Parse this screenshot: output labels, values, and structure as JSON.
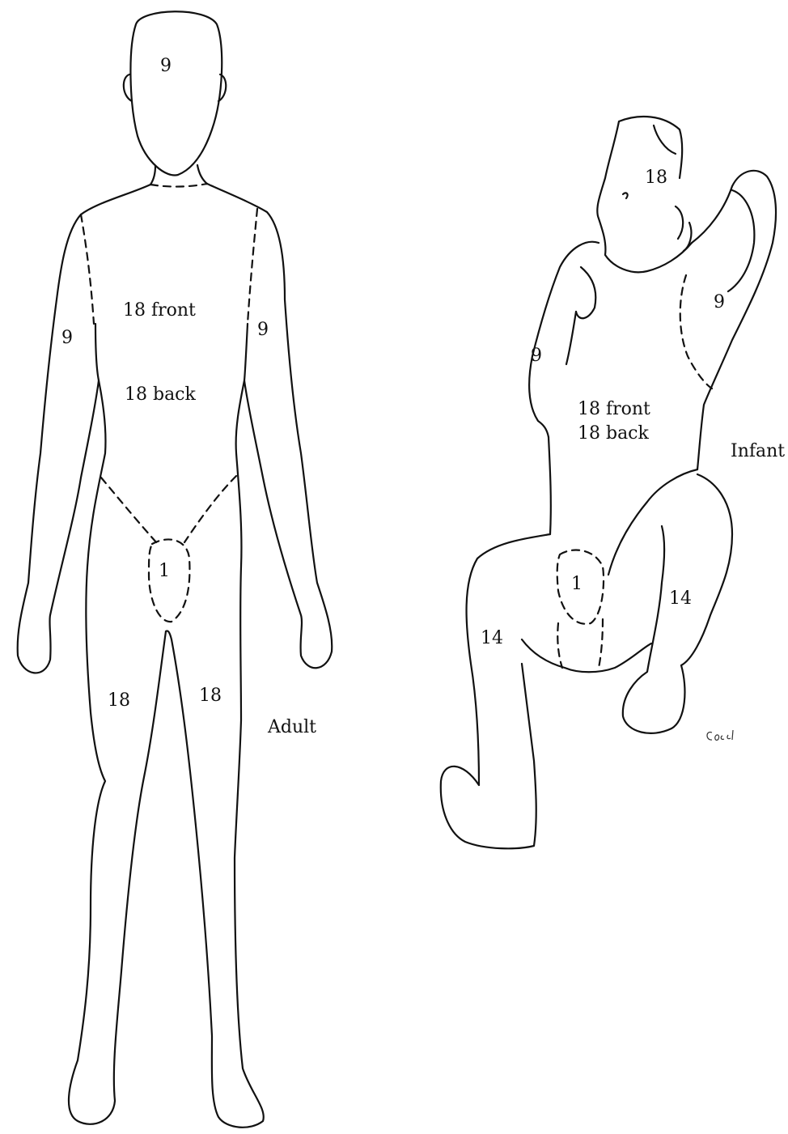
{
  "adult": {
    "caption": "Adult",
    "head": "9",
    "right_arm": "9",
    "left_arm": "9",
    "trunk_front": "18 front",
    "trunk_back": "18 back",
    "perineum": "1",
    "right_leg": "18",
    "left_leg": "18"
  },
  "infant": {
    "caption": "Infant",
    "head": "18",
    "right_arm": "9",
    "left_arm": "9",
    "trunk_front": "18 front",
    "trunk_back": "18 back",
    "perineum": "1",
    "right_leg": "14",
    "left_leg": "14"
  },
  "icons": {
    "adult_figure": "adult-body-outline",
    "infant_figure": "infant-body-outline",
    "signature": "artist-signature"
  }
}
